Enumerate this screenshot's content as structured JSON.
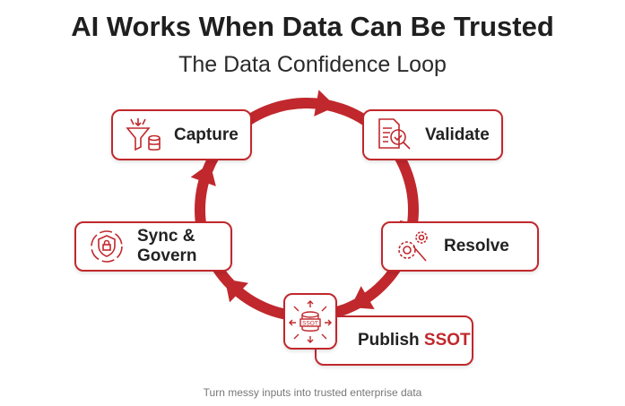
{
  "title": "AI Works When Data Can Be Trusted",
  "subtitle": "The Data Confidence Loop",
  "steps": {
    "capture": {
      "label": "Capture",
      "icon": "funnel-database-icon"
    },
    "validate": {
      "label": "Validate",
      "icon": "document-magnifier-check-icon"
    },
    "resolve": {
      "label": "Resolve",
      "icon": "gears-wrench-icon"
    },
    "publish": {
      "label": "Publish",
      "label_accent": "SSOT",
      "icon": "ssot-database-icon",
      "icon_text": "SSOT"
    },
    "sync": {
      "label_line1": "Sync &",
      "label_line2": "Govern",
      "icon": "shield-lock-cycle-icon"
    }
  },
  "caption": "Turn messy inputs into trusted enterprise data",
  "colors": {
    "accent": "#c0282d",
    "text": "#222222",
    "caption": "#777777"
  }
}
